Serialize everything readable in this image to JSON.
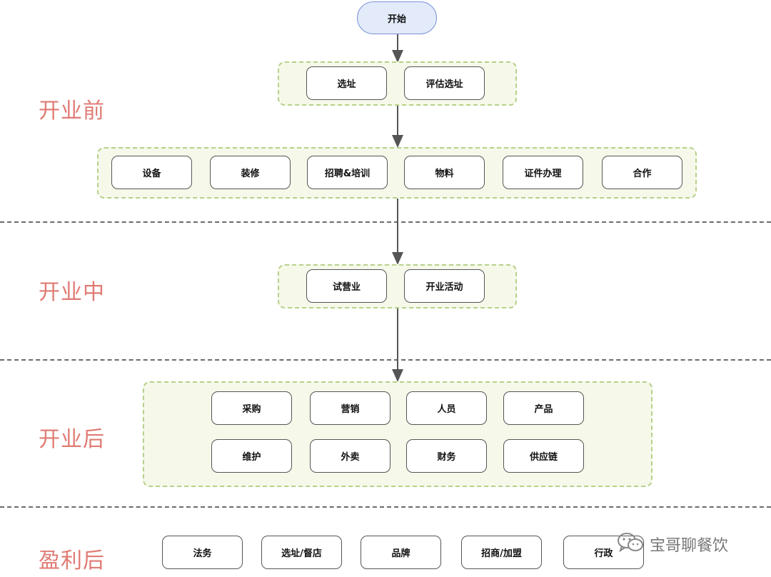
{
  "start": {
    "label": "开始"
  },
  "stages": {
    "before": "开业前",
    "during": "开业中",
    "after": "开业后",
    "profit": "盈利后"
  },
  "groups": {
    "site": [
      "选址",
      "评估选址"
    ],
    "prep": [
      "设备",
      "装修",
      "招聘&培训",
      "物料",
      "证件办理",
      "合作"
    ],
    "opening": [
      "试营业",
      "开业活动"
    ],
    "after_row1": [
      "采购",
      "营销",
      "人员",
      "产品"
    ],
    "after_row2": [
      "维护",
      "外卖",
      "财务",
      "供应链"
    ],
    "profit": [
      "法务",
      "选址/督店",
      "品牌",
      "招商/加盟",
      "行政"
    ]
  },
  "brand": {
    "name": "宝哥聊餐饮",
    "icon": "wechat-icon"
  },
  "colors": {
    "stage_label": "#E07B74",
    "group_fill": "#F6F9EA",
    "group_border": "#B7D08A",
    "start_fill": "#E3EAFA",
    "start_border": "#7B93D6"
  }
}
